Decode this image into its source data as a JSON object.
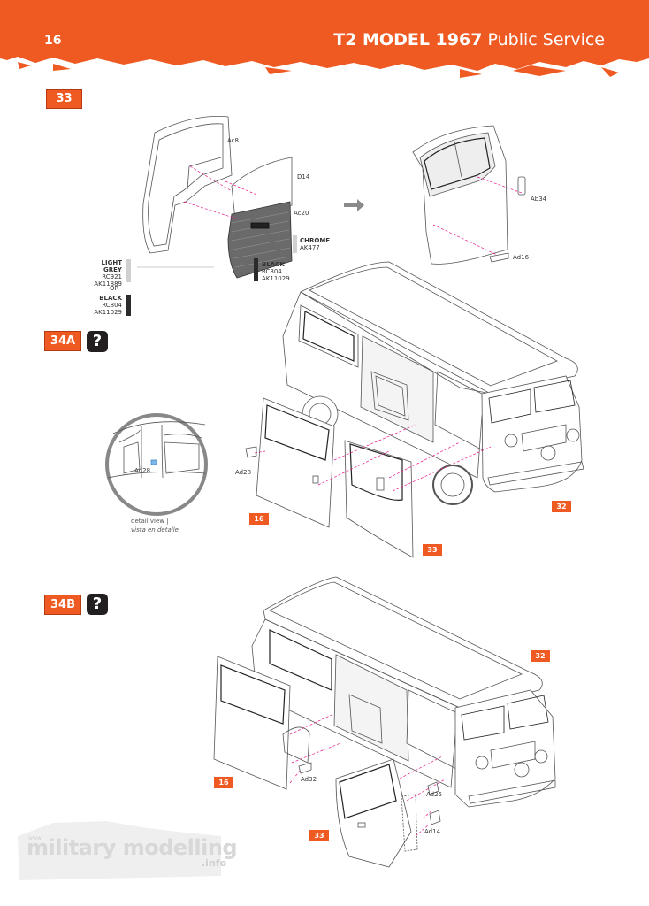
{
  "header": {
    "page_number": "16",
    "title_bold": "T2 MODEL 1967",
    "title_rest": "Public Service",
    "accent_color": "#ef5a22"
  },
  "steps": {
    "s33": "33",
    "s34a": "34A",
    "s34b": "34B",
    "question_icon": "question-mark-icon",
    "question_glyph": "?"
  },
  "step33": {
    "parts": {
      "ac8": "Ac8",
      "d14": "D14",
      "ac20": "Ac20",
      "ab34": "Ab34",
      "ad16": "Ad16"
    },
    "paint_chrome": {
      "name": "CHROME",
      "code": "AK477",
      "color": "#d0d0d0"
    },
    "paint_black1": {
      "name": "BLACK",
      "code1": "RC804",
      "code2": "AK11029",
      "color": "#2b2b2b"
    },
    "paint_light_grey": {
      "name": "LIGHT GREY",
      "code1": "RC921",
      "code2": "AK11889",
      "color": "#d0d0d0"
    },
    "or": "OR",
    "paint_black2": {
      "name": "BLACK",
      "code1": "RC804",
      "code2": "AK11029",
      "color": "#2b2b2b"
    }
  },
  "step34a": {
    "ad28_detail": "Ad28",
    "ad28": "Ad28",
    "detail_en": "detail view |",
    "detail_es": "vista en detalle",
    "ref16": "16",
    "ref33": "33",
    "ref32": "32"
  },
  "step34b": {
    "ad32": "Ad32",
    "ad25": "Ad25",
    "ad14": "Ad14",
    "ref16": "16",
    "ref33": "33",
    "ref32": "32"
  },
  "watermark": {
    "site": "military modelling",
    "tld": ".info",
    "small": "www"
  }
}
